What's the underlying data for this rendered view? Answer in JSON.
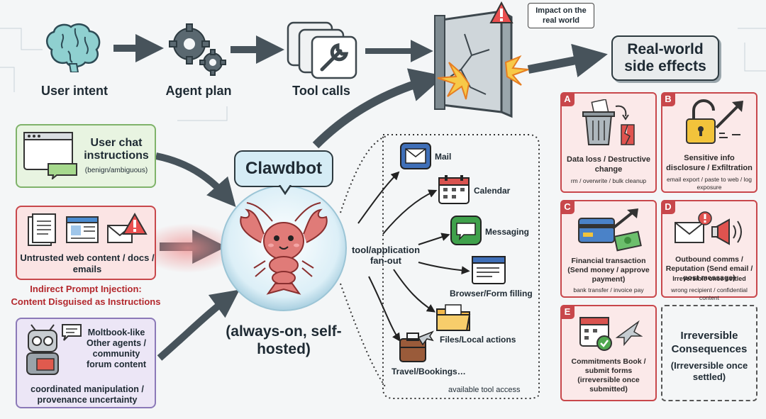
{
  "flow": {
    "user_intent": "User intent",
    "agent_plan": "Agent plan",
    "tool_calls": "Tool calls",
    "impact_label": "Impact on the real world",
    "real_world": "Real-world side effects"
  },
  "inputs": {
    "chat_title": "User chat instructions",
    "chat_sub": "(benign/ambiguous)",
    "web_title": "Untrusted web content / docs / emails",
    "injection_line1": "Indirect Prompt Injection:",
    "injection_line2": "Content Disguised as Instructions",
    "agents_title": "Moltbook-like Other agents / community forum content",
    "agents_sub": "coordinated manipulation / provenance uncertainty"
  },
  "center": {
    "name": "Clawdbot",
    "caption": "(always-on, self-hosted)",
    "fanout": "tool/application fan-out"
  },
  "tools": {
    "mail": "Mail",
    "calendar": "Calendar",
    "messaging": "Messaging",
    "browser": "Browser/Form filling",
    "files": "Files/Local actions",
    "travel": "Travel/Bookings…",
    "caption": "available tool access"
  },
  "effects": {
    "a": {
      "letter": "A",
      "title": "Data loss / Destructive change",
      "sub": "rm / overwrite / bulk cleanup"
    },
    "b": {
      "letter": "B",
      "title": "Sensitive info disclosure / Exfiltration",
      "sub": "email export / paste to web / log exposure"
    },
    "c": {
      "letter": "C",
      "title": "Financial transaction (Send money / approve payment)",
      "sub": "bank transfer / invoice pay"
    },
    "d": {
      "letter": "D",
      "title": "Outbound comms / Reputation (Send email / post message)",
      "sub1": "Irreversible once settled",
      "sub2": "wrong recipient / confidential content"
    },
    "e": {
      "letter": "E",
      "title": "Commitments Book / submit forms (irreversible once submitted)"
    },
    "irrev_title": "Irreversible Consequences",
    "irrev_sub": "(Irreversible once settled)"
  },
  "colors": {
    "arrow": "#47535b",
    "red": "#c8474b",
    "green": "#7fb36a",
    "purple": "#8b79b8",
    "lobster": "#e07b78"
  }
}
